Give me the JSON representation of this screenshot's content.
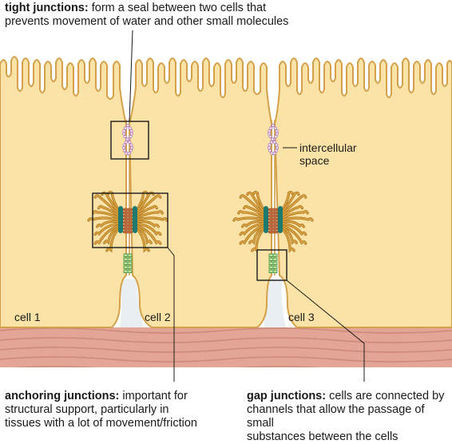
{
  "captions": {
    "tight": {
      "title": "tight junctions:",
      "line1_rest": " form a seal between two cells that",
      "line2": "prevents movement of water and other small molecules"
    },
    "anchoring": {
      "title": "anchoring junctions:",
      "line1_rest": " important for",
      "line2": "structural support, particularly in",
      "line3": "tissues with a lot of movement/friction"
    },
    "gap": {
      "title": "gap junctions:",
      "line1_rest": " cells are connected by",
      "line2": "channels that allow the passage of small",
      "line3": "substances between the cells"
    }
  },
  "labels": {
    "intercellular_1": "intercellular",
    "intercellular_2": "space",
    "cell1": "cell 1",
    "cell2": "cell 2",
    "cell3": "cell 3"
  },
  "colors": {
    "cytoplasm": "#fbe3a8",
    "membrane": "#d4a14a",
    "basement": "#e3a596",
    "tight_junction": "#b07bb8",
    "plaque": "#1d7a6e",
    "cadherin": "#c86c3c",
    "keratin": "#d9a13d",
    "connexon": "#4a9a3d"
  }
}
